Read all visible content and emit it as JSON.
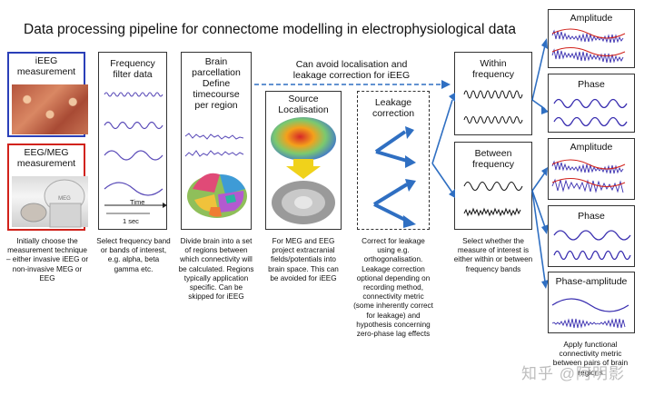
{
  "title": "Data processing pipeline for connectome modelling in electrophysiological data",
  "measurement": {
    "ieeg_label": "iEEG\nmeasurement",
    "eeg_label": "EEG/MEG\nmeasurement",
    "caption": "Initially choose the measurement technique – either invasive iEEG or non-invasive MEG or EEG"
  },
  "frequency": {
    "label": "Frequency\nfilter data",
    "time_label": "Time",
    "scale_label": "1 sec",
    "caption": "Select frequency band or bands of interest, e.g. alpha, beta gamma etc."
  },
  "parcellation": {
    "label": "Brain\nparcellation\nDefine\ntimecourse\nper region",
    "caption": "Divide brain into a set of regions between which connectivity will be calculated. Regions typically application specific. Can be skipped for iEEG"
  },
  "skip_note": "Can avoid localisation and\nleakage correction for iEEG",
  "source": {
    "label": "Source\nLocalisation",
    "caption": "For MEG and EEG project extracranial fields/potentials into brain space. This can be avoided for iEEG"
  },
  "leakage": {
    "label": "Leakage\ncorrection",
    "caption": "Correct for leakage using e.g. orthogonalisation. Leakage correction optional depending on recording method, connectivity metric (some inherently correct for leakage) and hypothesis concerning zero-phase lag effects"
  },
  "within": {
    "label": "Within\nfrequency"
  },
  "between": {
    "label": "Between\nfrequency"
  },
  "measure_caption": "Select whether the measure of interest is either within or between frequency bands",
  "metrics": {
    "amplitude1": "Amplitude",
    "phase1": "Phase",
    "amplitude2": "Amplitude",
    "phase2": "Phase",
    "phase_amplitude": "Phase-amplitude"
  },
  "final_caption": "Apply functional connectivity metric between pairs of brain regions",
  "watermark": "知乎 @阿明影",
  "colors": {
    "blue": "#2a3fb8",
    "red": "#d1221b",
    "arrow": "#2f6fc2",
    "wave": "#5a4bb8"
  }
}
